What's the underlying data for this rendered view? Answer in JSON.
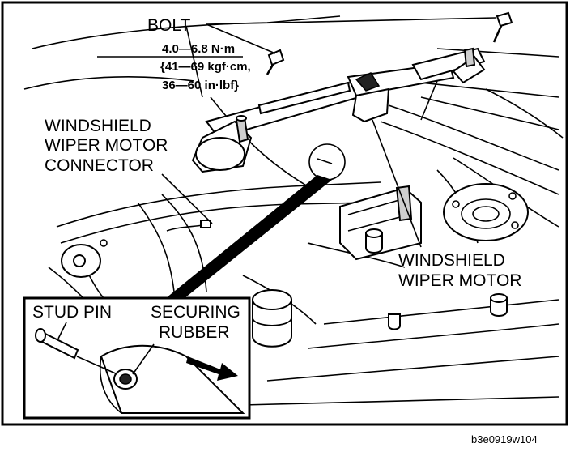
{
  "labels": {
    "bolt": "BOLT",
    "torque_line1": "4.0—6.8 N·m",
    "torque_line2": "{41—69 kgf·cm,",
    "torque_line3": "36—60 in·lbf}",
    "connector_line1": "WINDSHIELD",
    "connector_line2": "WIPER MOTOR",
    "connector_line3": "CONNECTOR",
    "motor_line1": "WINDSHIELD",
    "motor_line2": "WIPER MOTOR",
    "stud_pin": "STUD PIN",
    "securing_line1": "SECURING",
    "securing_line2": "RUBBER"
  },
  "figure_code": "b3e0919w104"
}
